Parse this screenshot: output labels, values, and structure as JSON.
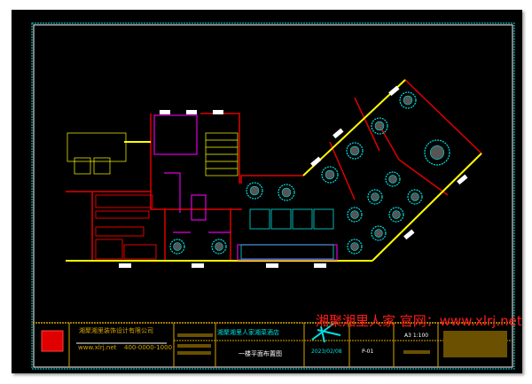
{
  "watermark": "湘聚湘里人家 官网：www.xlrj.net",
  "title_block": {
    "company": "湘聚湘里装饰设计有限公司",
    "website": "www.xlrj.net",
    "phone": "400-0000-1000",
    "project": "湘聚湘里人家湘菜酒店",
    "drawing_title": "一楼平面布置图",
    "date": "2023/02/08",
    "drawing_no": "P-01",
    "scale": "A3  1:100"
  },
  "colors": {
    "frame": "#00d8d8",
    "title_line": "#d4a400",
    "wall": "#e00000",
    "furniture": "#00e0e0",
    "partition": "#e000e0",
    "window": "#ffff00"
  }
}
